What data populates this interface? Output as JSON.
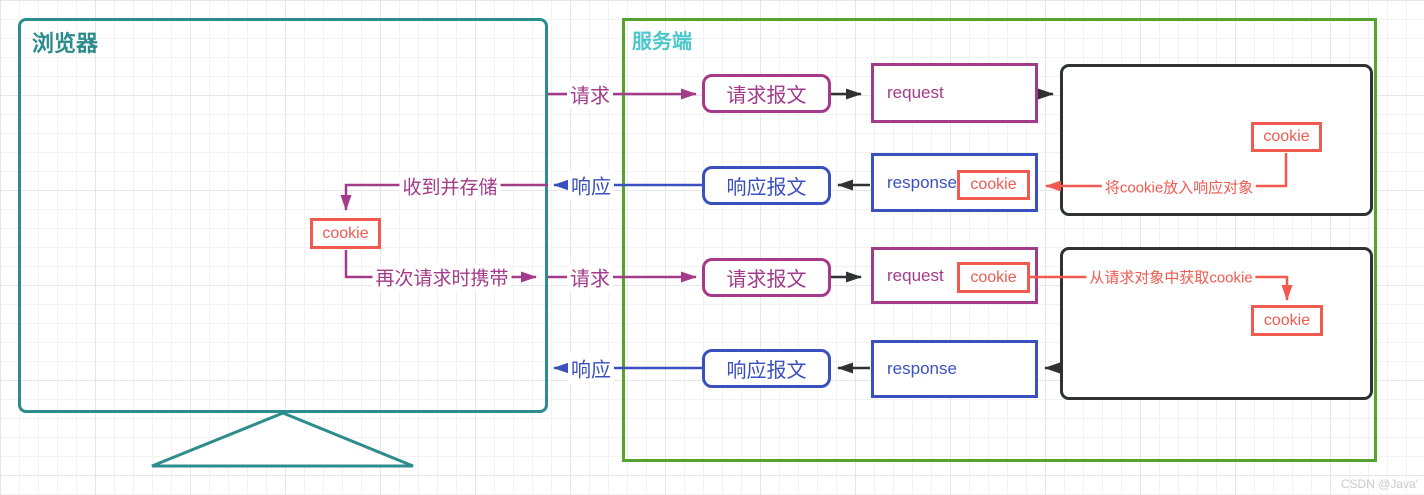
{
  "watermark": "CSDN @Java'",
  "colors": {
    "browser_border": "#2d8c8c",
    "server_border": "#57a12e",
    "server_title": "#4cc8cc",
    "request_accent": "#a43a8a",
    "response_accent": "#3a50c0",
    "cookie_accent": "#f05a50",
    "handler_border": "#2f3133"
  },
  "browser": {
    "title": "浏览器",
    "cookie": "cookie",
    "note_store": "收到并存储",
    "note_resend": "再次请求时携带"
  },
  "server": {
    "title": "服务端"
  },
  "rows": [
    {
      "edge": "请求",
      "message": "请求报文",
      "object": "request"
    },
    {
      "edge": "响应",
      "message": "响应报文",
      "object": "response",
      "object_cookie": "cookie",
      "box_cookie": "cookie",
      "note": "将cookie放入响应对象"
    },
    {
      "edge": "请求",
      "message": "请求报文",
      "object": "request",
      "object_cookie": "cookie",
      "box_cookie": "cookie",
      "note": "从请求对象中获取cookie"
    },
    {
      "edge": "响应",
      "message": "响应报文",
      "object": "response"
    }
  ]
}
